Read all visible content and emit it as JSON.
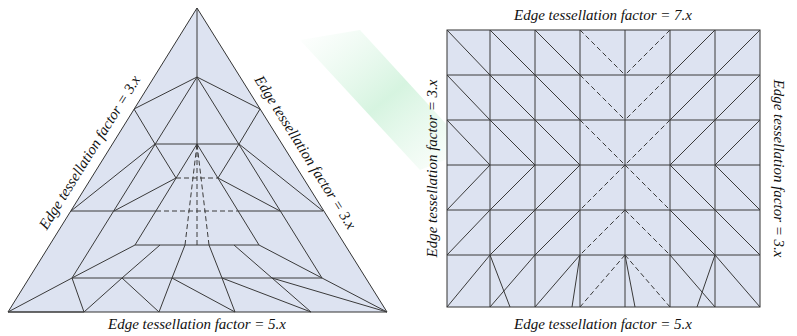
{
  "diagram": {
    "labels": [
      "Edge tessellation factor = 3.x",
      "Edge tessellation factor = 3.x",
      "Edge tessellation factor = 5.x",
      "Edge tessellation factor = 7.x",
      "Edge tessellation factor = 3.x",
      "Edge tessellation factor = 3.x",
      "Edge tessellation factor = 5.x"
    ]
  }
}
